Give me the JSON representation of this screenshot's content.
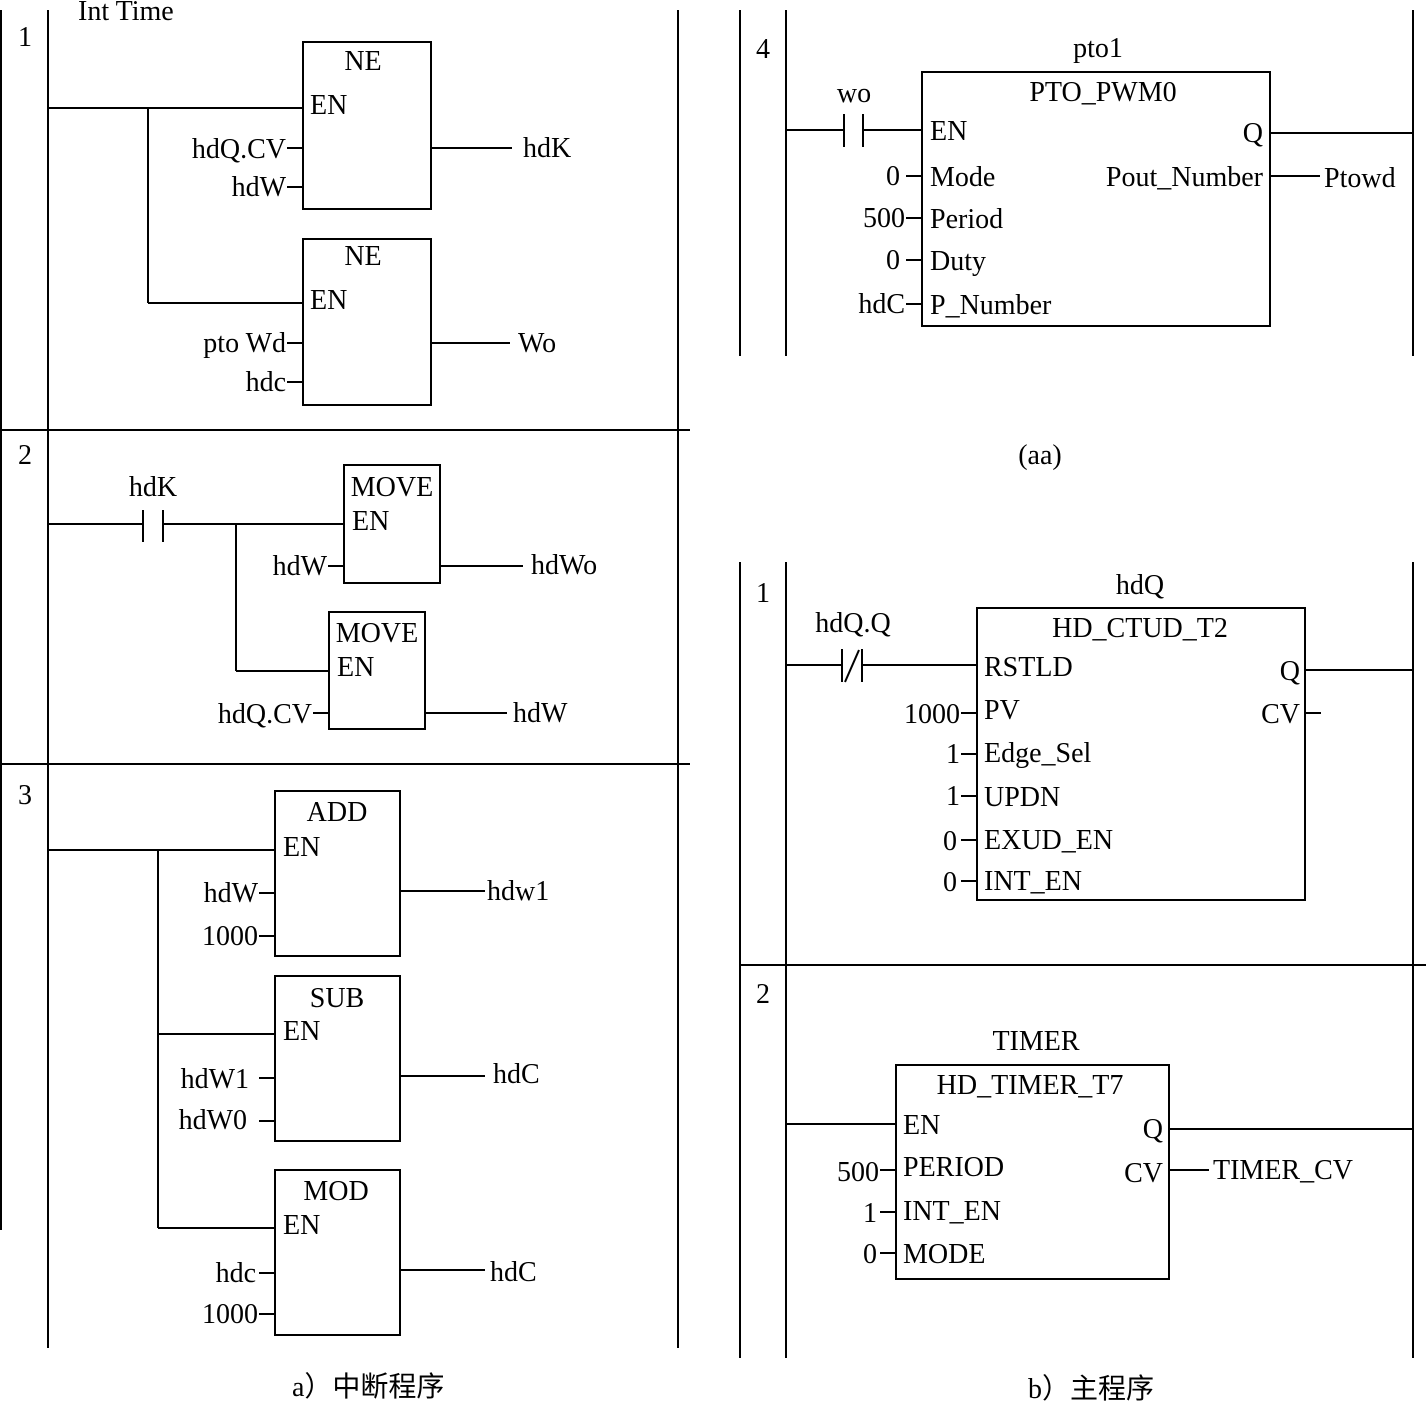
{
  "interrupt_program": {
    "caption": "a）中断程序",
    "networks": [
      {
        "number": "1",
        "header": "Int Time",
        "blocks": [
          {
            "type": "NE",
            "en": "EN",
            "inputs": [
              "hdQ.CV",
              "hdW"
            ],
            "output": "hdK"
          },
          {
            "type": "NE",
            "en": "EN",
            "inputs": [
              "pto Wd",
              "hdc"
            ],
            "output": "Wo"
          }
        ]
      },
      {
        "number": "2",
        "contact": "hdK",
        "blocks": [
          {
            "type": "MOVE",
            "en": "EN",
            "inputs": [
              "hdW"
            ],
            "output": "hdWo"
          },
          {
            "type": "MOVE",
            "en": "EN",
            "inputs": [
              "hdQ.CV"
            ],
            "output": "hdW"
          }
        ]
      },
      {
        "number": "3",
        "blocks": [
          {
            "type": "ADD",
            "en": "EN",
            "inputs": [
              "hdW",
              "1000"
            ],
            "output": "hdw1"
          },
          {
            "type": "SUB",
            "en": "EN",
            "inputs": [
              "hdW1",
              "hdW0"
            ],
            "output": "hdC"
          },
          {
            "type": "MOD",
            "en": "EN",
            "inputs": [
              "hdc",
              "1000"
            ],
            "output": "hdC"
          }
        ]
      }
    ]
  },
  "pto_network": {
    "number": "4",
    "instance": "pto1",
    "contact": "wo",
    "block_type": "PTO_PWM0",
    "pins": [
      "EN",
      "Mode",
      "Period",
      "Duty",
      "P_Number"
    ],
    "pin_values": [
      "",
      "0",
      "500",
      "0",
      "hdC"
    ],
    "outputs": [
      "Q",
      "Pout_Number"
    ],
    "output_values": [
      "",
      "Ptowd"
    ],
    "caption": "(aa)"
  },
  "main_program": {
    "caption": "b）主程序",
    "networks": [
      {
        "number": "1",
        "instance": "hdQ",
        "contact": "hdQ.Q",
        "block_type": "HD_CTUD_T2",
        "pins": [
          "RSTLD",
          "PV",
          "Edge_Sel",
          "UPDN",
          "EXUD_EN",
          "INT_EN"
        ],
        "pin_values": [
          "",
          "1000",
          "1",
          "1",
          "0",
          "0"
        ],
        "outputs": [
          "Q",
          "CV"
        ]
      },
      {
        "number": "2",
        "instance": "TIMER",
        "block_type": "HD_TIMER_T7",
        "pins": [
          "EN",
          "PERIOD",
          "INT_EN",
          "MODE"
        ],
        "pin_values": [
          "",
          "500",
          "1",
          "0"
        ],
        "outputs": [
          "Q",
          "CV"
        ],
        "output_values": [
          "",
          "TIMER_CV"
        ]
      }
    ]
  }
}
